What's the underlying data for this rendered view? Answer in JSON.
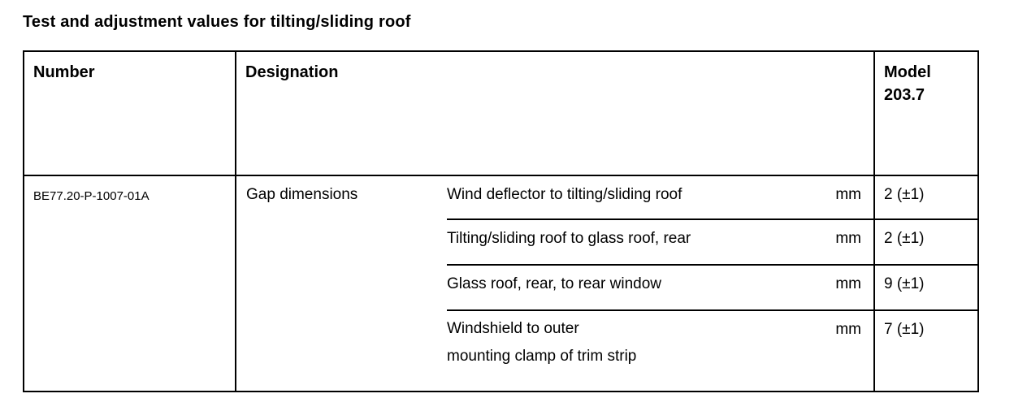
{
  "page": {
    "title": "Test and adjustment values for tilting/sliding roof"
  },
  "colors": {
    "text": "#000000",
    "border": "#000000",
    "background": "#ffffff"
  },
  "table": {
    "header": {
      "number": "Number",
      "designation": "Designation",
      "model": "Model\n203.7"
    },
    "row": {
      "number": "BE77.20-P-1007-01A",
      "group": "Gap dimensions",
      "items": [
        {
          "description": "Wind deflector to tilting/sliding roof",
          "unit": "mm",
          "value": "2 (±1)"
        },
        {
          "description": "Tilting/sliding roof to glass roof, rear",
          "unit": "mm",
          "value": "2 (±1)"
        },
        {
          "description": "Glass roof, rear, to rear window",
          "unit": "mm",
          "value": "9 (±1)"
        },
        {
          "description": "Windshield to outer\nmounting clamp of trim strip",
          "unit": "mm",
          "value": "7 (±1)"
        }
      ]
    }
  }
}
